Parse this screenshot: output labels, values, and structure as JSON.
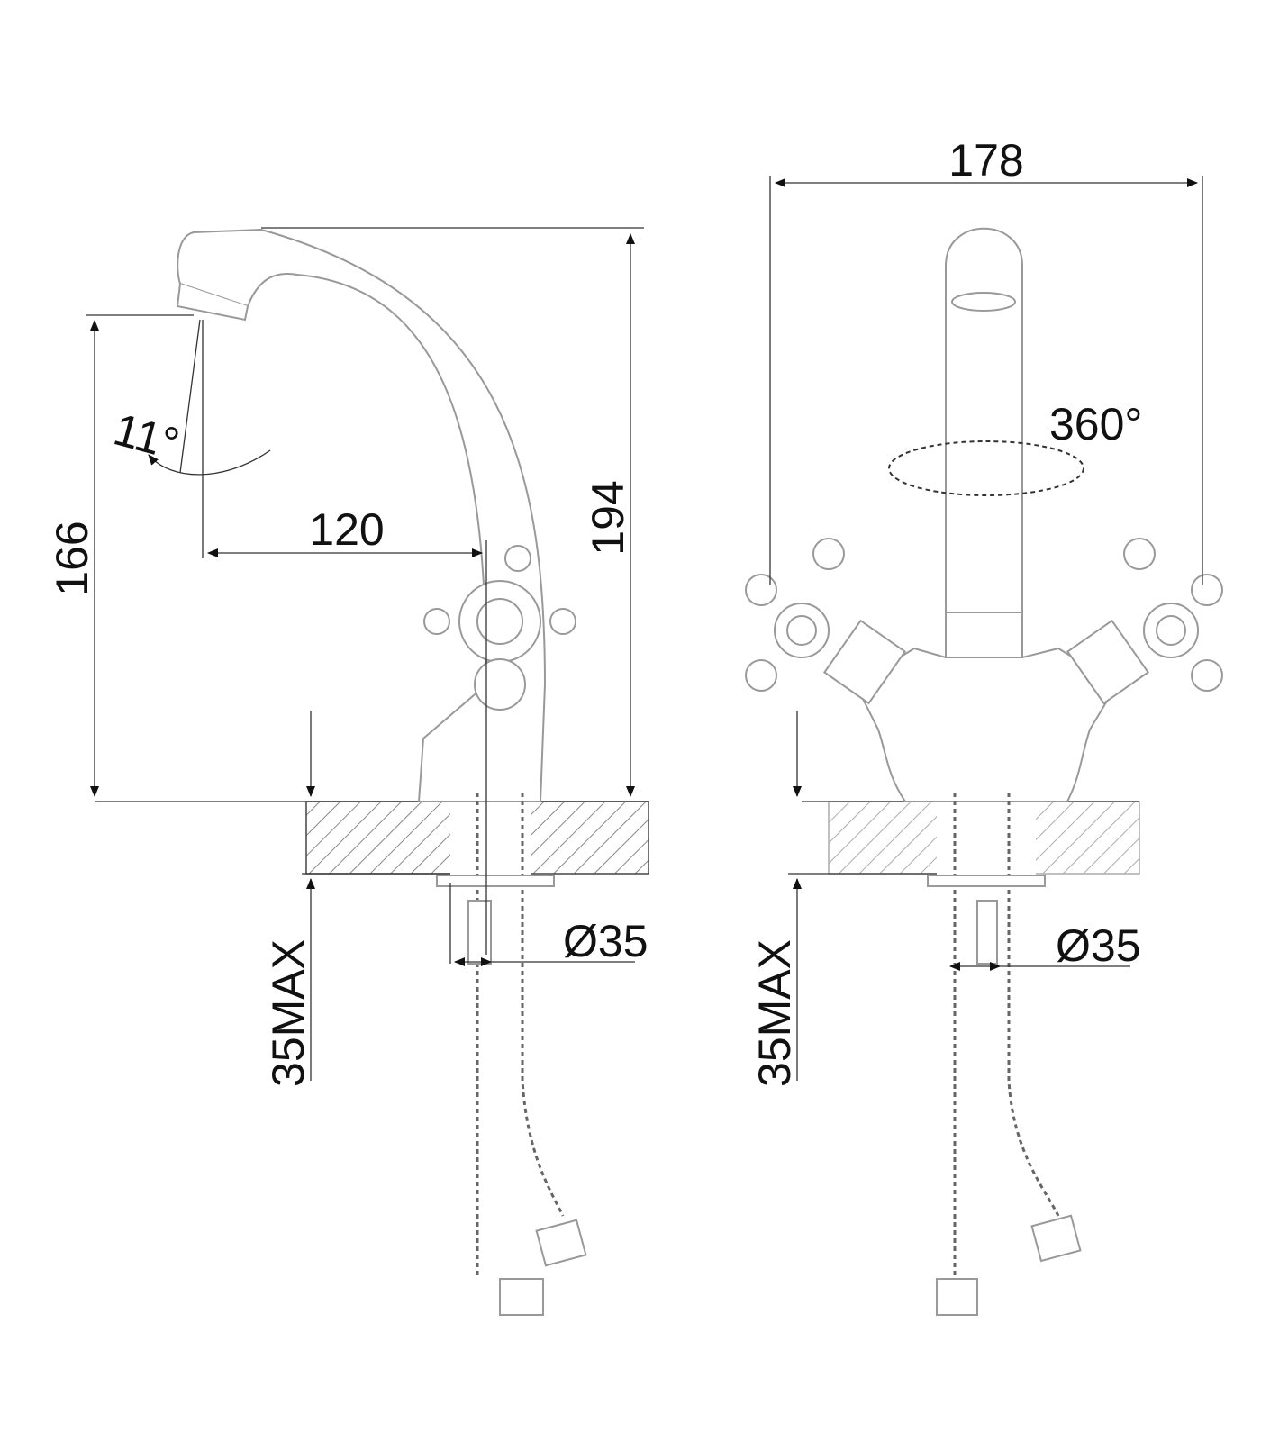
{
  "side_view": {
    "height_total": "194",
    "spout_outlet_height": "166",
    "spout_reach": "120",
    "spout_angle": "11°",
    "hole_diameter": "Ø35",
    "counter_thickness": "35MAX"
  },
  "front_view": {
    "width_total": "178",
    "swivel": "360°",
    "hole_diameter": "Ø35",
    "counter_thickness": "35MAX"
  },
  "colors": {
    "line": "#222222",
    "part_outline": "#999999",
    "background": "#ffffff"
  }
}
